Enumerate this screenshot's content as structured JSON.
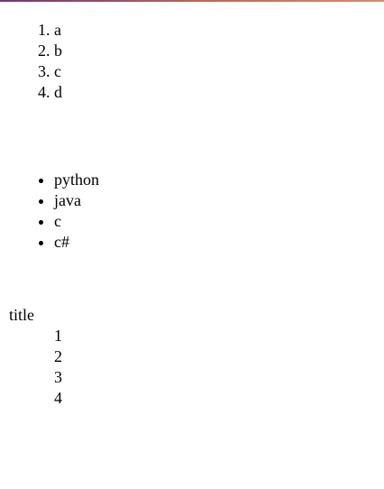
{
  "ordered_list": {
    "items": [
      "a",
      "b",
      "c",
      "d"
    ]
  },
  "unordered_list": {
    "items": [
      "python",
      "java",
      "c",
      "c#"
    ]
  },
  "definition_list": {
    "title": "title",
    "items": [
      "1",
      "2",
      "3",
      "4"
    ]
  }
}
